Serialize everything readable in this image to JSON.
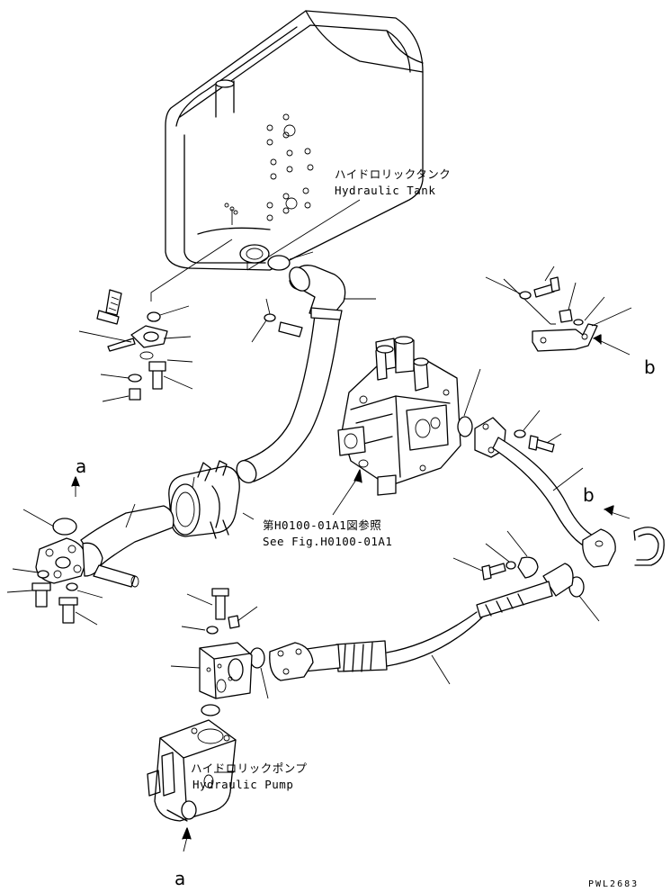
{
  "labels": {
    "tank_jp": "ハイドロリックタンク",
    "tank_en": "Hydraulic Tank",
    "see_fig_jp": "第H0100-01A1図参照",
    "see_fig_en": "See Fig.H0100-01A1",
    "pump_jp": "ハイドロリックポンプ",
    "pump_en": "Hydraulic Pump",
    "marker_a_top": "a",
    "marker_a_bottom": "a",
    "marker_b_upper": "b",
    "marker_b_lower": "b",
    "drawing_code": "PWL2683"
  }
}
